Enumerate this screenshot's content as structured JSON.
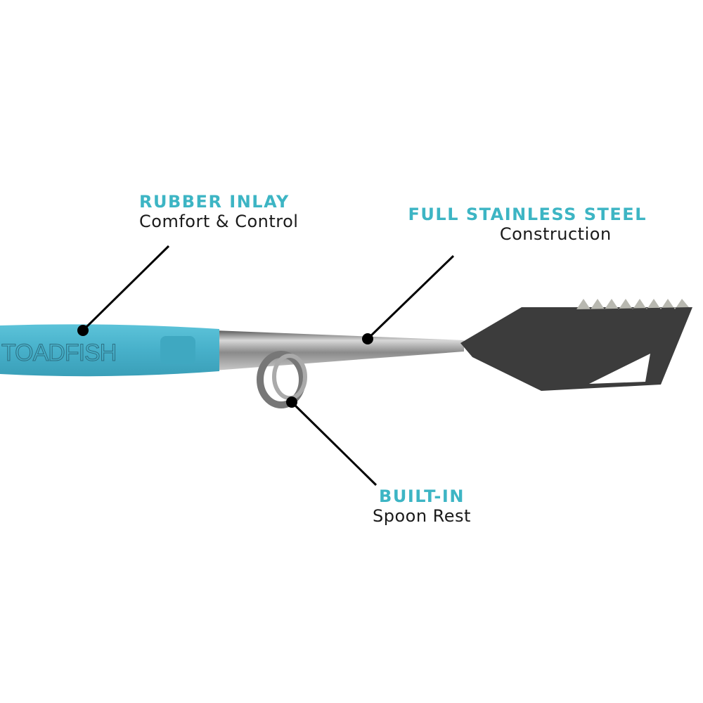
{
  "product": {
    "brand_text": "TOADFISH",
    "handle_color": "#4bb3cc",
    "accent_color": "#3db5c4"
  },
  "callouts": [
    {
      "title": "RUBBER INLAY",
      "subtitle": "Comfort & Control"
    },
    {
      "title": "FULL STAINLESS STEEL",
      "subtitle": "Construction"
    },
    {
      "title": "BUILT-IN",
      "subtitle": "Spoon Rest"
    }
  ]
}
